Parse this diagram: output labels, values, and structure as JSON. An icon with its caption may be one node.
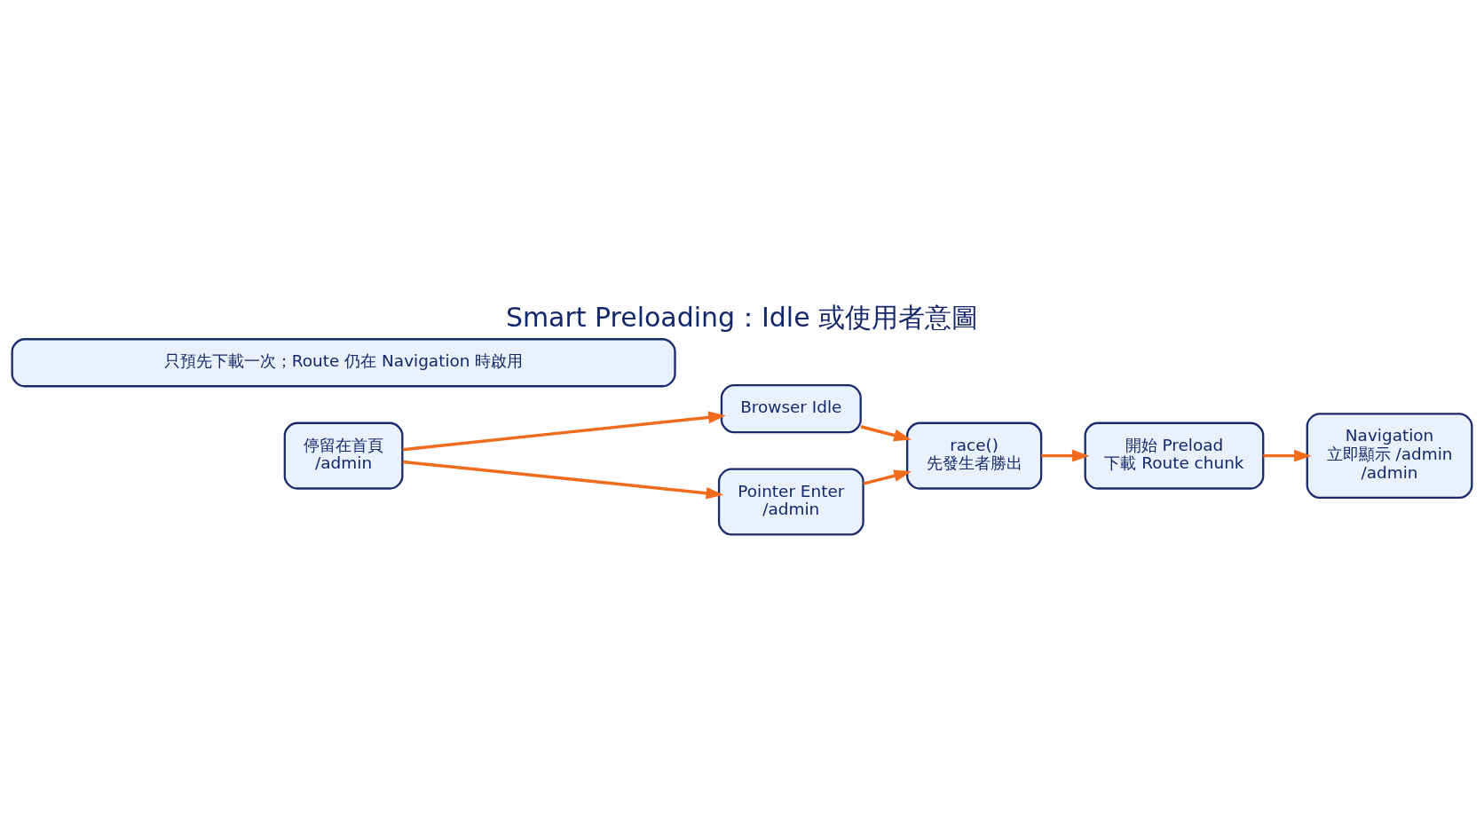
{
  "diagram": {
    "title": "Smart Preloading：Idle 或使用者意圖",
    "nodes": [
      {
        "text": [
          "停留在首頁",
          "/admin"
        ]
      },
      {
        "text": [
          "Browser Idle"
        ]
      },
      {
        "text": [
          "Pointer Enter",
          "/admin"
        ]
      },
      {
        "text": [
          "race()",
          "先發生者勝出"
        ]
      },
      {
        "text": [
          "開始 Preload",
          "下載 Route chunk"
        ]
      },
      {
        "text": [
          "Navigation",
          "立即顯示 /admin",
          "/admin"
        ]
      },
      {
        "text": [
          "只預先下載一次；Route 仍在 Navigation 時啟用"
        ]
      }
    ],
    "edges": [
      {
        "from": 0,
        "to": 1,
        "arrow": "to"
      },
      {
        "from": 0,
        "to": 2,
        "arrow": "to"
      },
      {
        "from": 1,
        "to": 3,
        "arrow": "to"
      },
      {
        "from": 2,
        "to": 3,
        "arrow": "to"
      },
      {
        "from": 3,
        "to": 4,
        "arrow": "to"
      },
      {
        "from": 4,
        "to": 5,
        "arrow": "to"
      }
    ]
  }
}
